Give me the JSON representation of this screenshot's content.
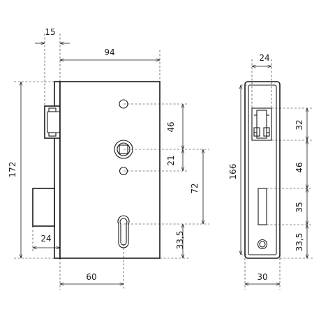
{
  "dimensions": {
    "front_offset": "15",
    "front_width": "94",
    "front_height": "172",
    "spindle_to_top": "46",
    "spindle_to_pin": "21",
    "spindle_to_cylinder": "72",
    "latch_projection": "24",
    "cylinder_to_bottom": "33,5",
    "backset": "60",
    "side_width": "24",
    "side_height": "166",
    "side_latch": "32",
    "side_mid": "46",
    "side_bolt": "35",
    "side_bottom": "33,5",
    "side_base": "30"
  }
}
